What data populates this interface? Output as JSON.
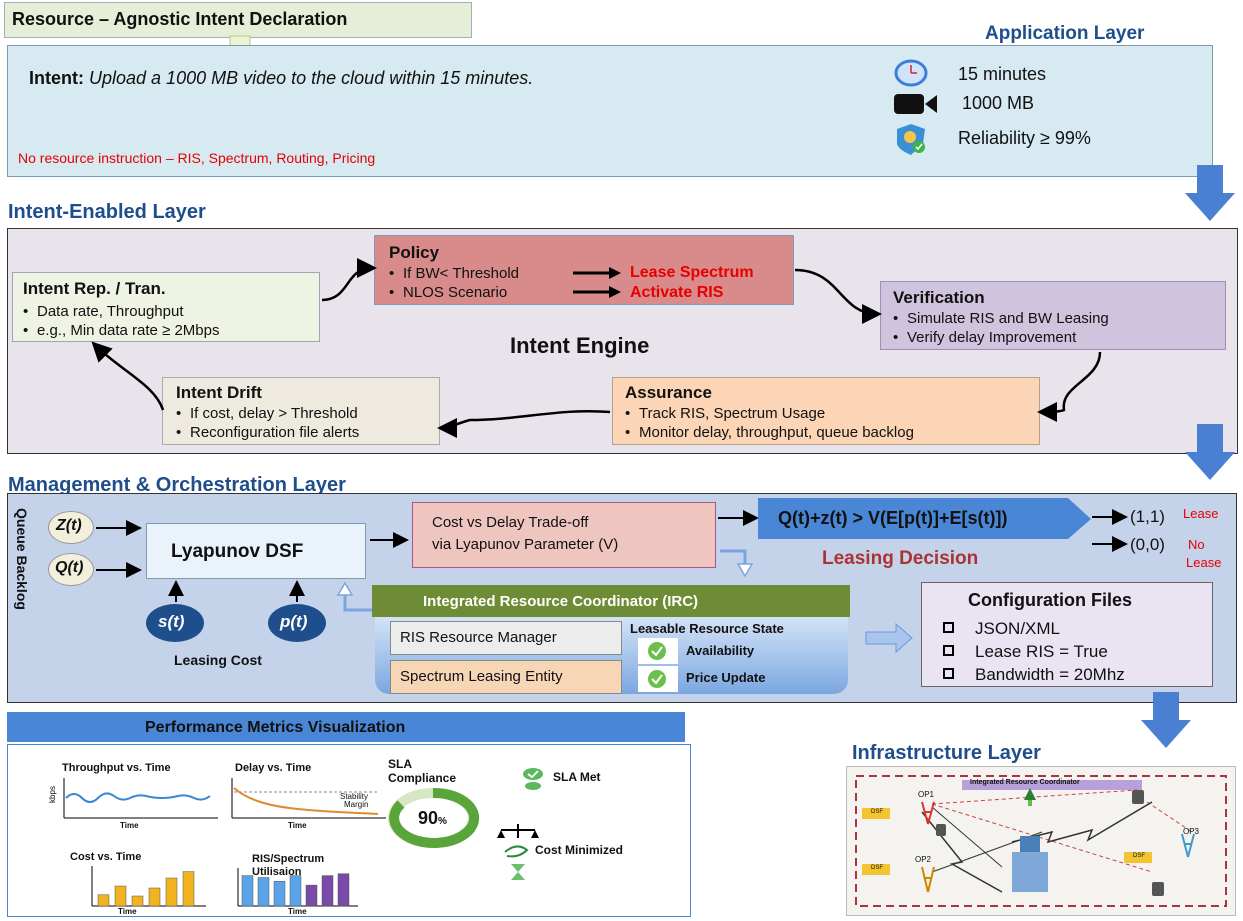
{
  "header": {
    "intent_declaration": "Resource – Agnostic Intent Declaration"
  },
  "application": {
    "layer_label": "Application Layer",
    "intent_label": "Intent:",
    "intent_text": "Upload a 1000 MB video to the cloud within 15 minutes.",
    "no_resource_note": "No resource instruction – RIS, Spectrum, Routing, Pricing",
    "requirements": [
      {
        "icon": "clock-icon",
        "text": "15 minutes"
      },
      {
        "icon": "video-camera-icon",
        "text": "1000 MB"
      },
      {
        "icon": "shield-check-icon",
        "text": "Reliability ≥ 99%"
      }
    ]
  },
  "intent_layer": {
    "layer_label": "Intent-Enabled Layer",
    "engine_label": "Intent Engine",
    "rep": {
      "title": "Intent Rep. / Tran.",
      "items": [
        "Data rate, Throughput",
        "e.g., Min data rate ≥ 2Mbps"
      ]
    },
    "policy": {
      "title": "Policy",
      "conditions": [
        "If BW< Threshold",
        "NLOS Scenario"
      ],
      "actions": [
        "Lease Spectrum",
        "Activate RIS"
      ]
    },
    "verification": {
      "title": "Verification",
      "items": [
        "Simulate RIS and BW Leasing",
        "Verify delay Improvement"
      ]
    },
    "assurance": {
      "title": "Assurance",
      "items": [
        "Track RIS, Spectrum Usage",
        "Monitor delay, throughput, queue backlog"
      ]
    },
    "drift": {
      "title": "Intent Drift",
      "items": [
        "If cost, delay > Threshold",
        "Reconfiguration file alerts"
      ]
    }
  },
  "mgmt": {
    "layer_label": "Management & Orchestration Layer",
    "queue_backlog": "Queue Backlog",
    "z": "Z(t)",
    "q": "Q(t)",
    "s": "s(t)",
    "p": "p(t)",
    "lyapunov": "Lyapunov DSF",
    "leasing_cost": "Leasing Cost",
    "tradeoff": [
      "Cost vs Delay Trade-off",
      "via Lyapunov Parameter (V)"
    ],
    "decision_formula": "Q(t)+z(t) > V(E[p(t)]+E[s(t)])",
    "leasing_decision": "Leasing Decision",
    "out_lease": "(1,1)",
    "out_lease_label": "Lease",
    "out_nolease": "(0,0)",
    "out_nolease_label": [
      "No",
      "Lease"
    ],
    "irc": {
      "title": "Integrated Resource Coordinator (IRC)",
      "ris_manager": "RIS Resource Manager",
      "spectrum_entity": "Spectrum Leasing Entity",
      "state_title": "Leasable Resource State",
      "states": [
        "Availability",
        "Price Update"
      ]
    },
    "config": {
      "title": "Configuration Files",
      "items": [
        "JSON/XML",
        "Lease RIS = True",
        "Bandwidth = 20Mhz"
      ]
    }
  },
  "metrics": {
    "title": "Performance Metrics Visualization",
    "throughput": "Throughput vs. Time",
    "delay": "Delay vs. Time",
    "cost": "Cost vs. Time",
    "ris": [
      "RIS/Spectrum",
      "Utilisaion"
    ],
    "time": "Time",
    "kbps": "kbps",
    "stability": [
      "Stability",
      "Margin"
    ],
    "sla_compliance": [
      "SLA",
      "Compliance"
    ],
    "sla_percent": "90",
    "percent_sign": "%",
    "sla_met": "SLA Met",
    "cost_min": "Cost Minimized",
    "cost_bars": [
      0.28,
      0.5,
      0.25,
      0.45,
      0.7,
      0.86
    ],
    "ris_bars": [
      0.8,
      0.75,
      0.65,
      0.8,
      0.55,
      0.8,
      0.85
    ]
  },
  "infrastructure": {
    "layer_label": "Infrastructure Layer",
    "irc_banner": "Integrated Resource Coordinator",
    "op1": "OP1",
    "op2": "OP2",
    "op3": "OP3",
    "dsf": "DSF"
  },
  "colors": {
    "navy": "#1f4e8c",
    "red": "#e60000",
    "blue_arrow": "#4a7fd1",
    "app_bg": "#d7eaf2",
    "intent_bg": "#e9e3ec",
    "mgmt_bg": "#c5d3ea"
  }
}
